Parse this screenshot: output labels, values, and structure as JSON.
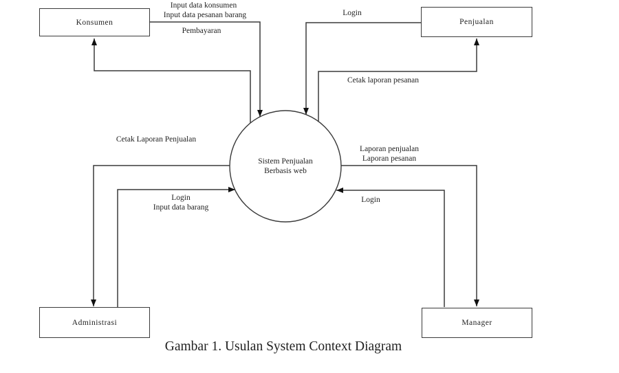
{
  "diagram": {
    "title_caption": "Gambar 1. Usulan System Context Diagram",
    "process": {
      "line1": "Sistem Penjualan",
      "line2": "Berbasis web"
    },
    "entities": {
      "konsumen": "Konsumen",
      "penjualan": "Penjualan",
      "administrasi": "Administrasi",
      "manager": "Manager"
    },
    "flows": {
      "input_data_konsumen": "Input data konsumen",
      "input_data_pesanan_barang": "Input data pesanan barang",
      "pembayaran": "Pembayaran",
      "login_penjualan": "Login",
      "cetak_laporan_pesanan": "Cetak laporan pesanan",
      "cetak_laporan_penjualan": "Cetak Laporan Penjualan",
      "laporan_penjualan": "Laporan penjualan",
      "laporan_pesanan": "Laporan pesanan",
      "login_administrasi": "Login",
      "input_data_barang": "Input data barang",
      "login_manager": "Login"
    }
  },
  "colors": {
    "line": "#3a3a3a",
    "text": "#1f1f1f",
    "background": "#ffffff"
  }
}
